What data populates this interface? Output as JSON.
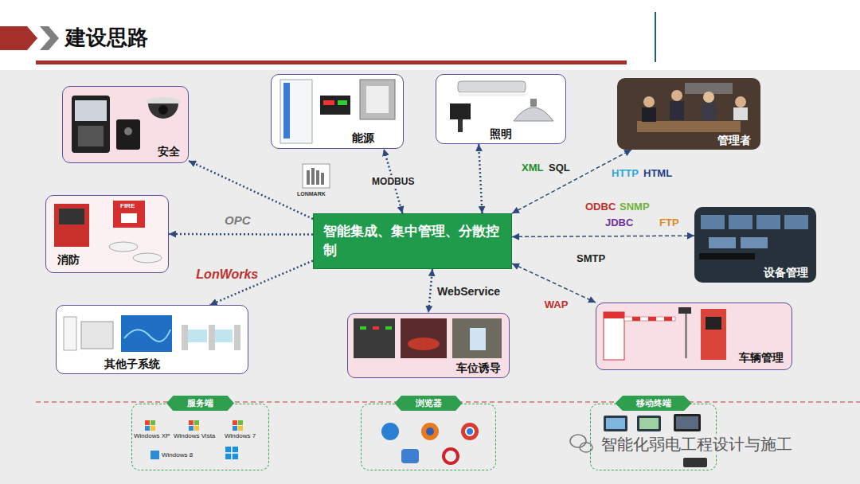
{
  "diagram": {
    "title": "建设思路",
    "nodes": [
      {
        "text": [
          "安全"
        ]
      },
      {
        "text": [
          "能源"
        ]
      },
      {
        "text": [
          "照明"
        ]
      },
      {
        "text": [
          "管理者"
        ]
      },
      {
        "text": [
          "消防"
        ]
      },
      {
        "text": [
          "智能集成、集中管理、分散控制"
        ]
      },
      {
        "text": [
          "设备管理"
        ]
      },
      {
        "text": [
          "其他子系统"
        ]
      },
      {
        "text": [
          "车位诱导"
        ]
      },
      {
        "text": [
          "车辆管理"
        ]
      },
      {
        "text": [
          "服务端"
        ]
      },
      {
        "text": [
          "浏览器"
        ]
      },
      {
        "text": [
          "移动终端"
        ]
      }
    ],
    "edges": [
      {
        "from": 5,
        "to": 0,
        "arrow": "to"
      },
      {
        "from": 5,
        "to": 1,
        "label": "MODBUS",
        "arrow": "both"
      },
      {
        "from": 5,
        "to": 2,
        "arrow": "both"
      },
      {
        "from": 5,
        "to": 3,
        "arrow": "both"
      },
      {
        "from": 5,
        "to": 4,
        "arrow": "to"
      },
      {
        "from": 5,
        "to": 6,
        "arrow": "both"
      },
      {
        "from": 5,
        "to": 7,
        "label": "LonWorks",
        "arrow": "to"
      },
      {
        "from": 5,
        "to": 8,
        "label": "WebService",
        "arrow": "both"
      },
      {
        "from": 5,
        "to": 9,
        "label": "WAP",
        "arrow": "both"
      }
    ],
    "labels": [
      "LONMARK",
      "OPC",
      "FIRE",
      "XML",
      "SQL",
      "HTTP",
      "HTML",
      "ODBC",
      "SNMP",
      "JDBC",
      "FTP",
      "SMTP",
      "Windows XP",
      "Windows Vista",
      "Windows 7",
      "Windows 8",
      "智能化弱电工程设计与施工"
    ]
  }
}
